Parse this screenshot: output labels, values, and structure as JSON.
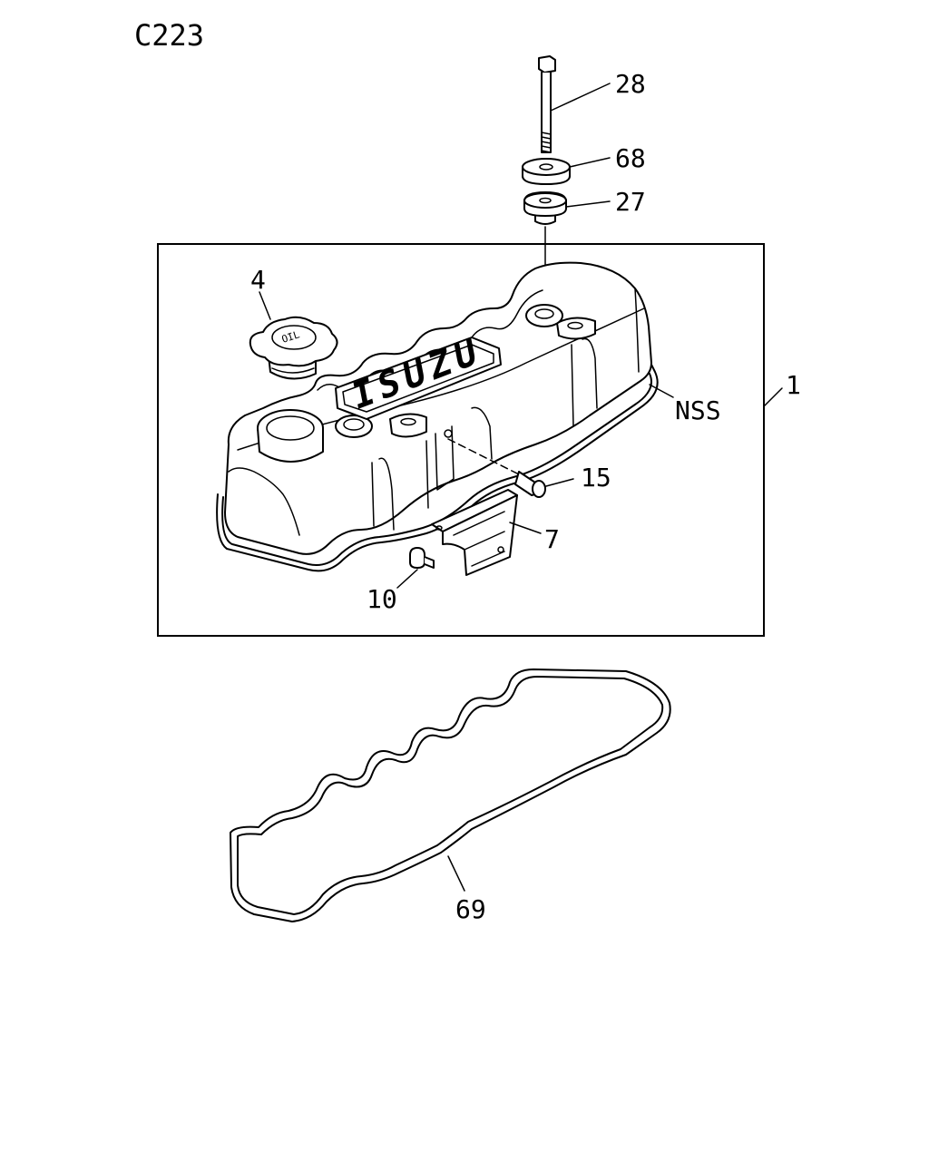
{
  "page": {
    "code": "C223"
  },
  "callouts": {
    "bolt": "28",
    "washer": "68",
    "grommet": "27",
    "oil_cap": "4",
    "cover_assembly": "1",
    "gasket_nss": "NSS",
    "pin": "15",
    "bracket": "7",
    "screw": "10",
    "gasket": "69"
  },
  "emblem": {
    "brand": "ISUZU",
    "cap_text": "OIL"
  }
}
